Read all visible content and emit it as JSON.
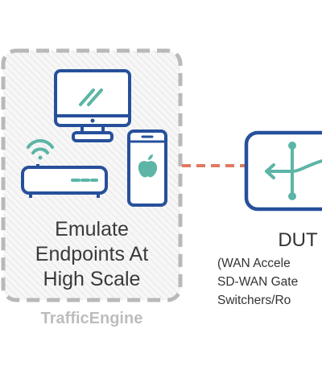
{
  "traffic_engine": {
    "caption_lines": [
      "Emulate",
      "Endpoints At",
      "High Scale"
    ],
    "label": "TrafficEngine"
  },
  "dut": {
    "title": "DUT",
    "description_lines": [
      "(WAN Accele",
      "SD-WAN Gate",
      "Switchers/Ro"
    ]
  },
  "colors": {
    "device_blue": "#27509b",
    "accent_teal": "#5cb5a6",
    "link_orange": "#e07a5f",
    "box_gray": "#bdbdbd"
  },
  "icons": [
    "monitor-icon",
    "router-icon",
    "wifi-icon",
    "smartphone-icon",
    "apple-icon",
    "dut-switch-icon",
    "split-arrows-icon"
  ]
}
